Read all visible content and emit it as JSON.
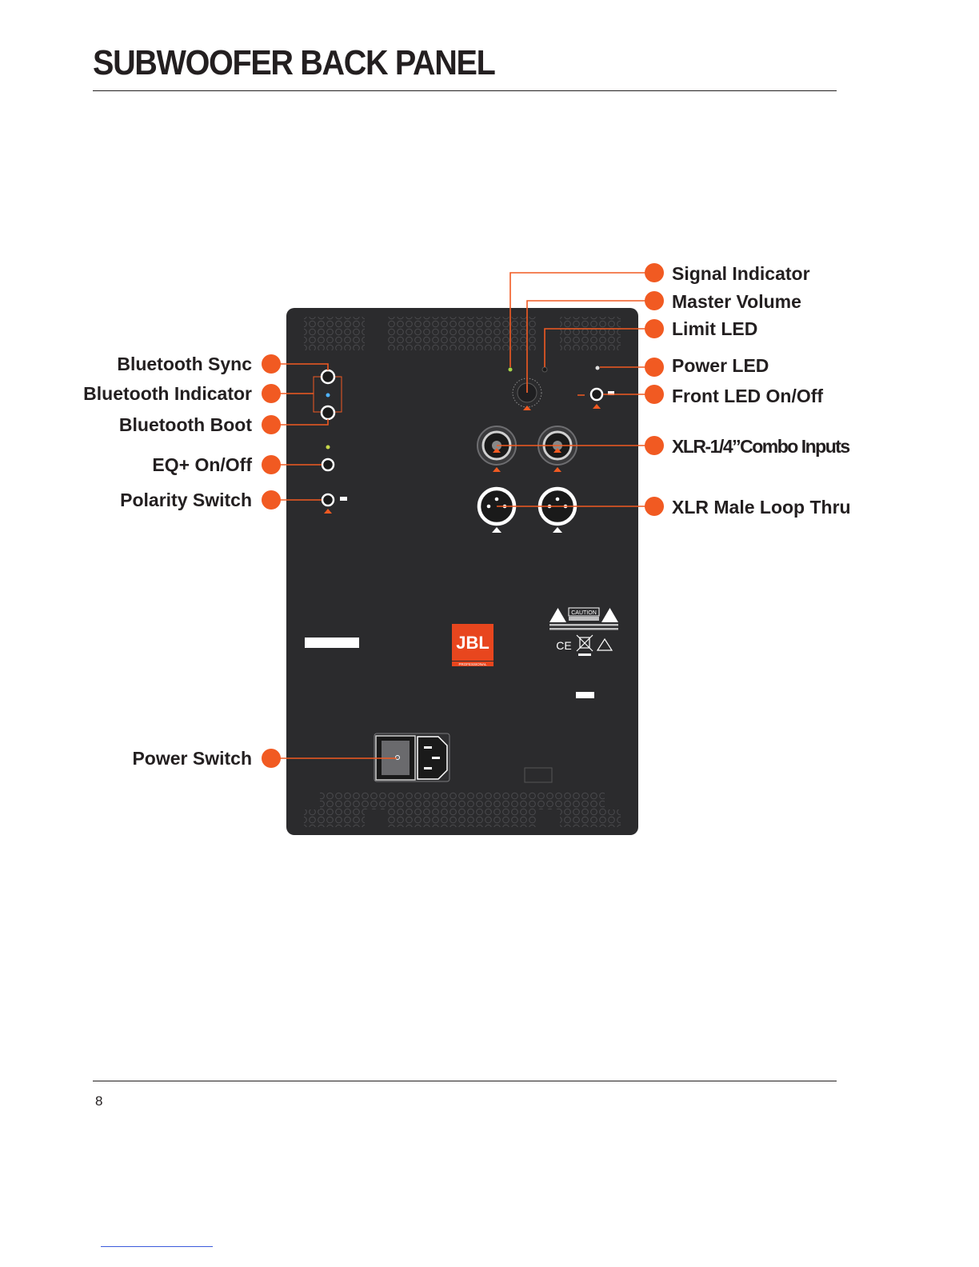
{
  "page": {
    "title": "SUBWOOFER BACK PANEL",
    "number": "8"
  },
  "callouts": {
    "left": {
      "bluetooth_sync": "Bluetooth Sync",
      "bluetooth_indicator": "Bluetooth Indicator",
      "bluetooth_boot": "Bluetooth Boot",
      "eq_on_off": "EQ+ On/Off",
      "polarity_switch": "Polarity Switch",
      "power_switch": "Power Switch"
    },
    "right": {
      "signal_indicator": "Signal Indicator",
      "master_volume": "Master Volume",
      "limit_led": "Limit LED",
      "power_led": "Power LED",
      "front_led_on_off": "Front LED On/Off",
      "xlr_combo_inputs": "XLR-1/4”Combo Inputs",
      "xlr_male_loop_thru": "XLR Male Loop Thru"
    }
  },
  "panel": {
    "brand_logo": "JBL",
    "brand_sub": "PROFESSIONAL",
    "caution_label": "CAUTION",
    "ce_mark": "CE"
  },
  "colors": {
    "accent": "#f15a22",
    "panel": "#2b2b2d",
    "text": "#231f20",
    "jbl_red": "#e8461e"
  }
}
